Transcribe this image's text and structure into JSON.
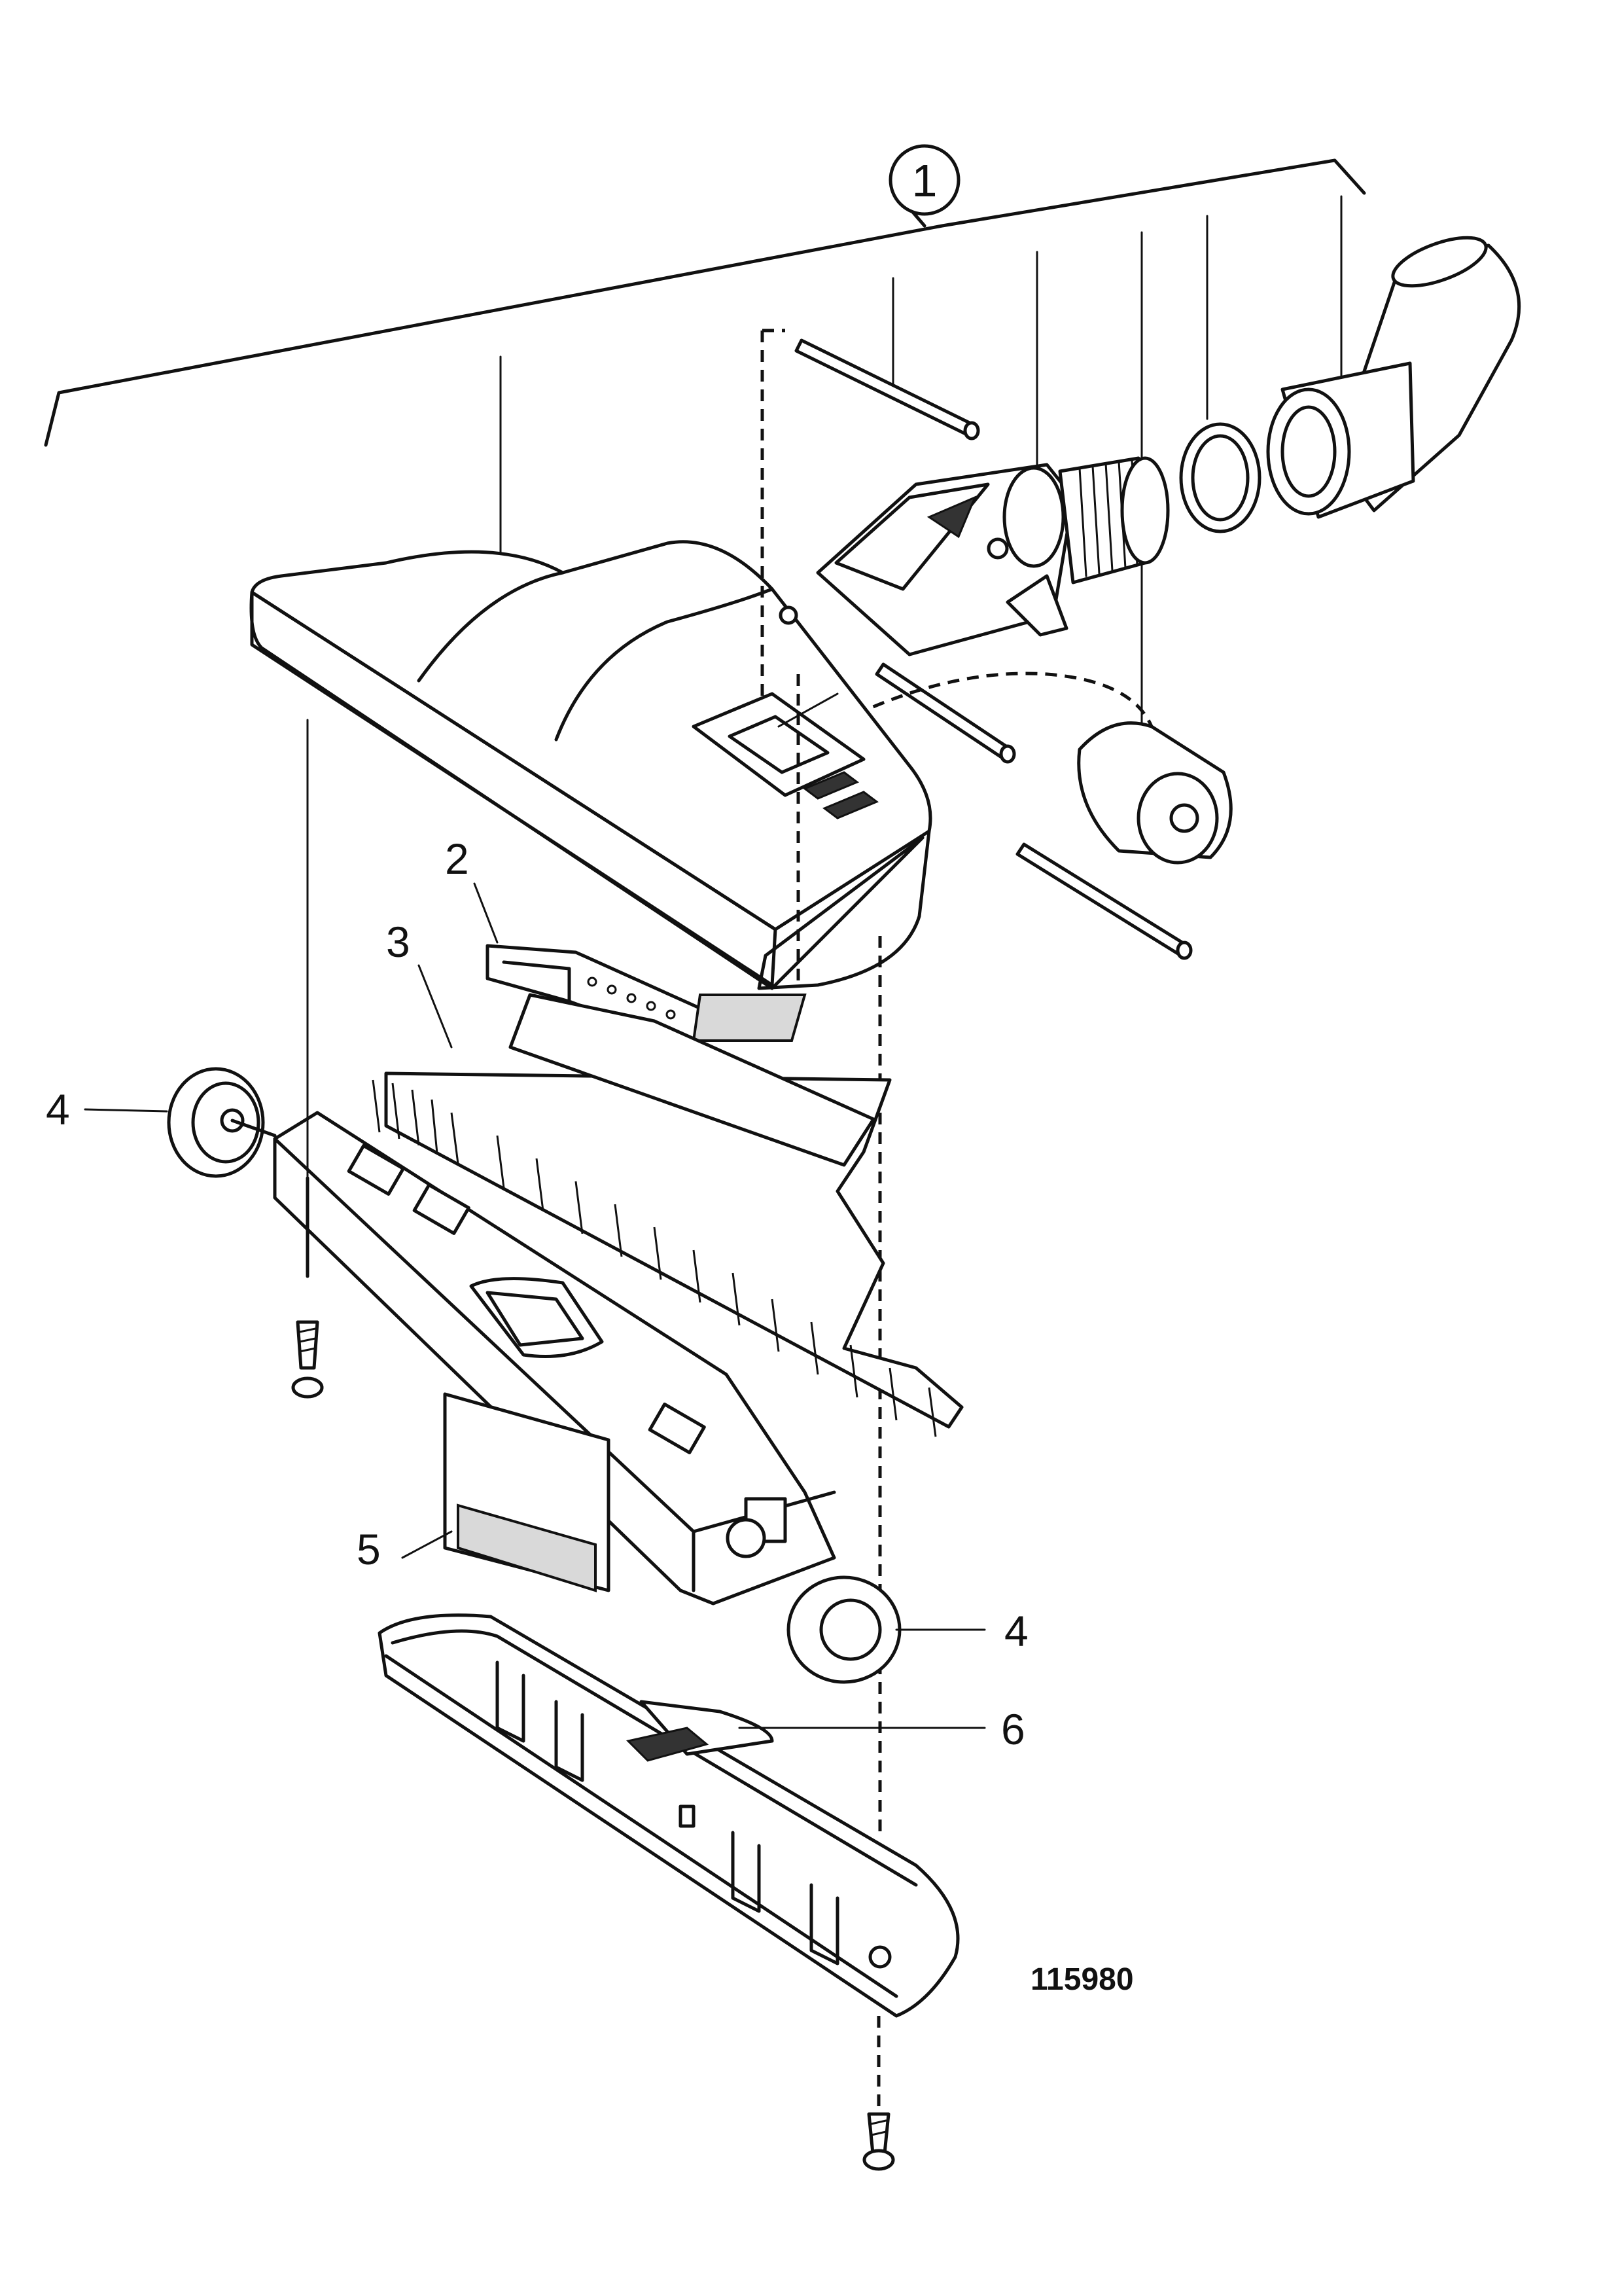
{
  "diagram": {
    "callouts": {
      "assembly": "1",
      "seal": "2",
      "brush_roll": "3",
      "wheel_left": "4",
      "wheel_right": "4",
      "filter_pad": "5",
      "latch": "6"
    },
    "reference_number": "115980"
  }
}
